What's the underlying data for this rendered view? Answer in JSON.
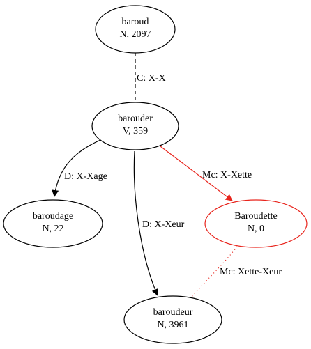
{
  "diagram": {
    "nodes": [
      {
        "id": "baroud",
        "word": "baroud",
        "info": "N, 2097",
        "color": "#000000"
      },
      {
        "id": "barouder",
        "word": "barouder",
        "info": "V, 359",
        "color": "#000000"
      },
      {
        "id": "baroudage",
        "word": "baroudage",
        "info": "N, 22",
        "color": "#000000"
      },
      {
        "id": "baroudette",
        "word": "Baroudette",
        "info": "N, 0",
        "color": "#e8241c"
      },
      {
        "id": "baroudeur",
        "word": "baroudeur",
        "info": "N, 3961",
        "color": "#000000"
      }
    ],
    "edges": [
      {
        "id": "baroud-barouder",
        "from": "baroud",
        "to": "barouder",
        "label": "C: X-X",
        "style": "dashed",
        "color": "#000000",
        "arrow": false
      },
      {
        "id": "barouder-baroudage",
        "from": "barouder",
        "to": "baroudage",
        "label": "D: X-Xage",
        "style": "solid",
        "color": "#000000",
        "arrow": true
      },
      {
        "id": "barouder-baroudeur",
        "from": "barouder",
        "to": "baroudeur",
        "label": "D: X-Xeur",
        "style": "solid",
        "color": "#000000",
        "arrow": true
      },
      {
        "id": "barouder-baroudette",
        "from": "barouder",
        "to": "baroudette",
        "label": "Mc: X-Xette",
        "style": "solid",
        "color": "#e8241c",
        "arrow": true
      },
      {
        "id": "baroudette-baroudeur",
        "from": "baroudette",
        "to": "baroudeur",
        "label": "Mc: Xette-Xeur",
        "style": "dotted",
        "color": "#e8241c",
        "arrow": false
      }
    ]
  }
}
